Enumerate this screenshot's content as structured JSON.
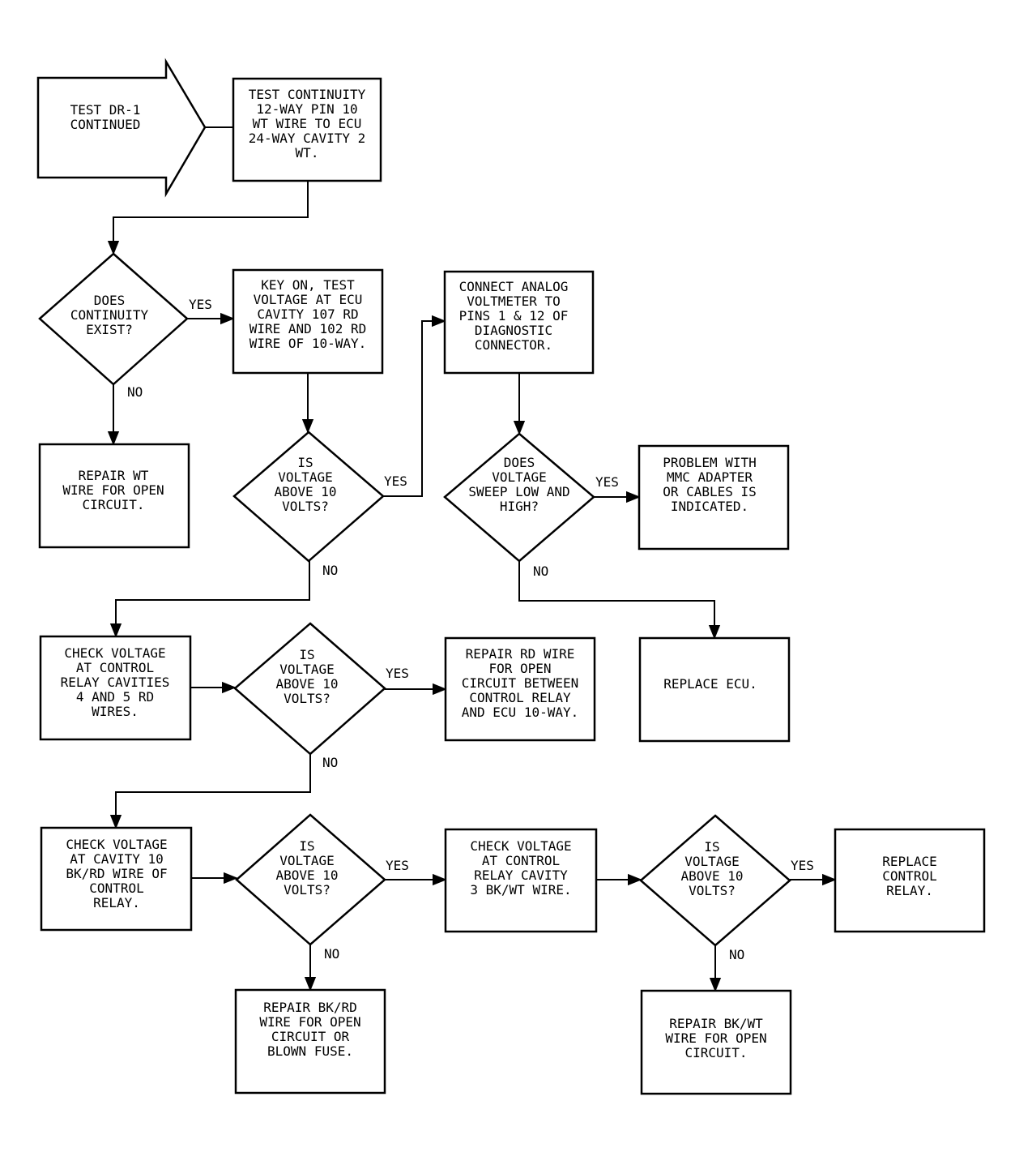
{
  "nodes": {
    "start": [
      "TEST DR-1",
      "CONTINUED"
    ],
    "test_continuity": [
      "TEST CONTINUITY",
      "12-WAY PIN 10",
      "WT WIRE TO ECU",
      "24-WAY CAVITY 2",
      "WT."
    ],
    "does_continuity": [
      "DOES",
      "CONTINUITY",
      "EXIST?"
    ],
    "key_on": [
      "KEY ON, TEST",
      "VOLTAGE AT ECU",
      "CAVITY 107 RD",
      "WIRE AND 102 RD",
      "WIRE OF 10-WAY."
    ],
    "connect_analog": [
      "CONNECT ANALOG",
      "VOLTMETER TO",
      "PINS 1 & 12 OF",
      "DIAGNOSTIC",
      "CONNECTOR."
    ],
    "repair_wt": [
      "REPAIR WT",
      "WIRE FOR OPEN",
      "CIRCUIT."
    ],
    "is_voltage_1": [
      "IS",
      "VOLTAGE",
      "ABOVE 10",
      "VOLTS?"
    ],
    "does_voltage_sweep": [
      "DOES",
      "VOLTAGE",
      "SWEEP LOW AND",
      "HIGH?"
    ],
    "problem_mmc": [
      "PROBLEM WITH",
      "MMC ADAPTER",
      "OR CABLES IS",
      "INDICATED."
    ],
    "check_relay_cavities": [
      "CHECK VOLTAGE",
      "AT CONTROL",
      "RELAY CAVITIES",
      "4 AND 5 RD",
      "WIRES."
    ],
    "is_voltage_2": [
      "IS",
      "VOLTAGE",
      "ABOVE 10",
      "VOLTS?"
    ],
    "repair_rd": [
      "REPAIR RD WIRE",
      "FOR OPEN",
      "CIRCUIT BETWEEN",
      "CONTROL RELAY",
      "AND ECU 10-WAY."
    ],
    "replace_ecu": [
      "REPLACE ECU."
    ],
    "check_cavity_10": [
      "CHECK VOLTAGE",
      "AT CAVITY 10",
      "BK/RD WIRE OF",
      "CONTROL",
      "RELAY."
    ],
    "is_voltage_3": [
      "IS",
      "VOLTAGE",
      "ABOVE 10",
      "VOLTS?"
    ],
    "check_cavity_3": [
      "CHECK VOLTAGE",
      "AT CONTROL",
      "RELAY CAVITY",
      "3 BK/WT WIRE."
    ],
    "is_voltage_4": [
      "IS",
      "VOLTAGE",
      "ABOVE 10",
      "VOLTS?"
    ],
    "replace_relay": [
      "REPLACE",
      "CONTROL",
      "RELAY."
    ],
    "repair_bkrd": [
      "REPAIR BK/RD",
      "WIRE FOR OPEN",
      "CIRCUIT OR",
      "BLOWN FUSE."
    ],
    "repair_bkwt": [
      "REPAIR BK/WT",
      "WIRE FOR OPEN",
      "CIRCUIT."
    ]
  },
  "branch_labels": {
    "yes": "YES",
    "no": "NO"
  }
}
